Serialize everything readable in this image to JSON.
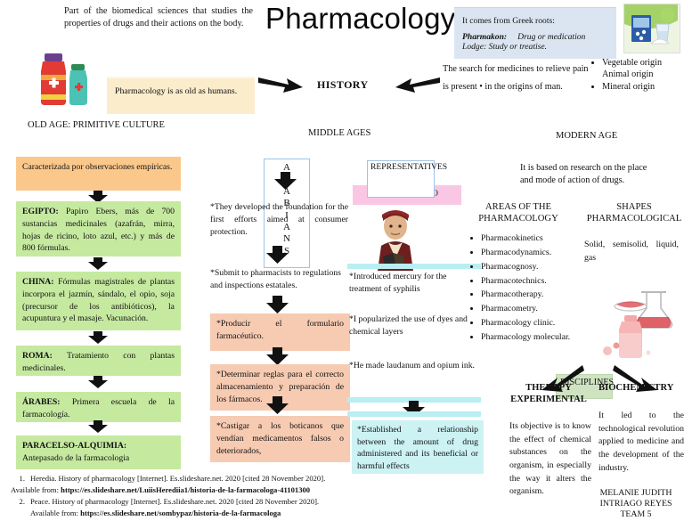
{
  "title": "Pharmacology",
  "intro": "Part of the biomedical sciences that studies the properties of drugs and their actions on the body.",
  "greek": {
    "heading": "It comes from Greek roots:",
    "term1_key": "Pharmakon:",
    "term1_val": "Drug or medication",
    "term2": "Lodge: Study or treatise."
  },
  "search_text": "The search for medicines to relieve pain is present • in the origins of man.",
  "origins": [
    "Vegetable origin",
    "Animal origin",
    "Mineral origin"
  ],
  "history_word": "HISTORY",
  "era_labels": {
    "old": "OLD AGE: PRIMITIVE CULTURE",
    "middle": "MIDDLE AGES",
    "modern": "MODERN AGE"
  },
  "pharm_old": "Pharmacology is as old as humans.",
  "old_age_flow": [
    "Caracterizada por observaciones empíricas.",
    "EGIPTO: Papiro Ebers, más de 700 sustancias medicinales (azafrán, mirra, hojas de ricino, loto azul, etc.) y más de 800 fórmulas.",
    "CHINA: Fórmulas magistrales de plantas incorpora el jazmín, sándalo, el opio, soja (precursor de los antibióticos), la acupuntura y el masaje. Vacunación.",
    "ROMA: Tratamiento con plantas medicinales.",
    "ÁRABES: Primera escuela de la farmacología.",
    "PARACELSO-ALQUIMIA: Antepasado de la farmacologia"
  ],
  "old_age_bold": [
    "",
    "EGIPTO:",
    "CHINA:",
    "ROMA:",
    "ÁRABES:",
    "PARACELSO-ALQUIMIA:"
  ],
  "arabians_letters": "ARABIANS",
  "middle_flow": [
    "*They developed the foundation for the first efforts aimed at consumer protection.",
    "*Submit to pharmacists to regulations and inspections estatales.",
    "*Producir el formulario farmacéutico.",
    "*Determinar reglas para el correcto almacenamiento y preparación de los fármacos.",
    "*Castigar a los boticanos que vendían medicamentos falsos o deteriorados,"
  ],
  "paracelso": {
    "representatives": "REPRESENTATIVES",
    "banner": "PARACELSO",
    "points": [
      "*Introduced mercury for the treatment of syphilis",
      "*I popularized the use of dyes and chemical layers",
      "*He made laudanum and opium ink.",
      "*Established a relationship between the amount of drug administered and its beneficial or harmful effects"
    ]
  },
  "modern": {
    "intro": "It is based on research on the place and mode of action of drugs.",
    "areas_heading": "AREAS OF THE PHARMACOLOGY",
    "shapes_heading": "SHAPES PHARMACOLOGICAL",
    "shapes_text": "Solid, semisolid, liquid, gas",
    "areas": [
      "Pharmacokinetics",
      "Pharmacodynamics.",
      "Pharmacognosy.",
      "Pharmacotechnics.",
      "Pharmacotherapy.",
      "Pharmacometry.",
      "Pharmacology clinic.",
      "Pharmacology molecular."
    ],
    "disciplines": "DISCIPLINES",
    "therapy_heading": "THERAPY EXPERIMENTAL",
    "biochem_heading": "BIOCHEMISTRY",
    "therapy_body": "Its objective is to know the effect of chemical substances on the organism, in especially the way it alters the organism.",
    "biochem_body": "It led to the technological revolution applied to medicine and the development of the industry.",
    "author": "MELANIE JUDITH INTRIAGO REYES TEAM 5"
  },
  "references": [
    {
      "num": "1.",
      "line1": "Heredia. History of pharmacology [Internet]. Es.slideshare.net. 2020 [cited 28 November 2020].",
      "available": "Available from:",
      "url": "https://es.slideshare.net/LuiisHerediia1/historia-de-la-farmacologa-41101300"
    },
    {
      "num": "2.",
      "line1": "Peace. History of pharmacology [Internet]. Es.slideshare.net. 2020 [cited 28 November 2020].",
      "available": "Available from:",
      "url": "https://es.slideshare.net/sombypaz/historia-de-la-farmacologa"
    }
  ],
  "icons": {
    "bottles": "medicine-bottles-image",
    "pills": "pill-box-image",
    "paracelso": "paracelso-portrait-image",
    "flask": "flask-bottle-image"
  },
  "colors": {
    "orange": "#fbc88b",
    "green": "#c6e9a0",
    "peach": "#f6cbb2",
    "cyan": "#ccf2f4",
    "pink": "#f9c7e4",
    "blue": "#dbe5f1",
    "discipline_green": "#cfe3c2"
  }
}
